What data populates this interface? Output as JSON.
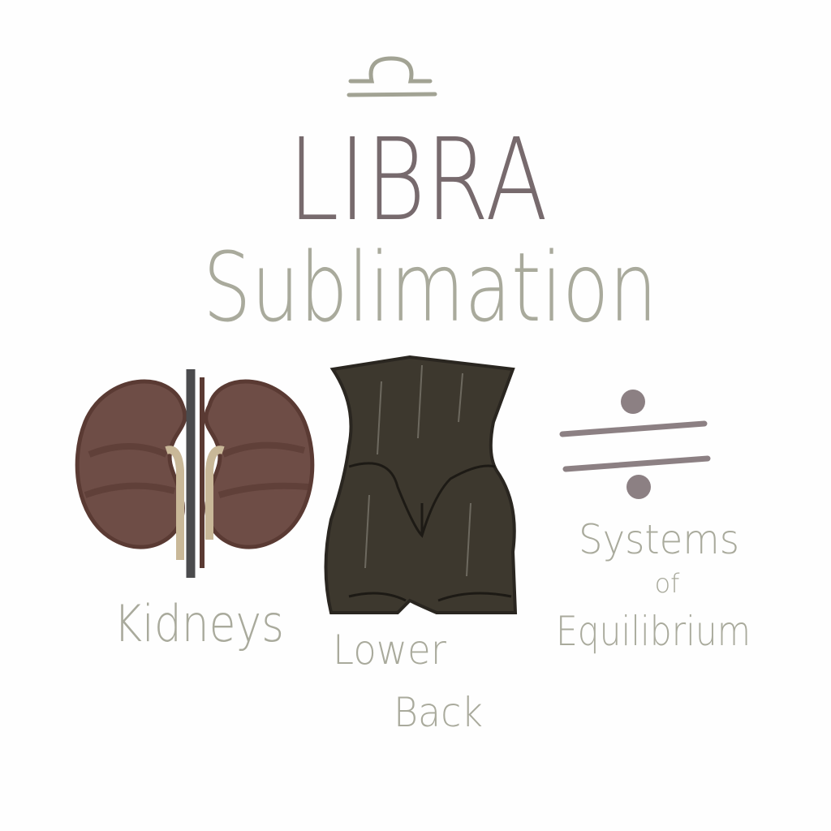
{
  "title": "LIBRA",
  "subtitle": "Sublimation",
  "labels": {
    "kidneys": "Kidneys",
    "lower_back_line1": "Lower",
    "lower_back_line2": "Back",
    "systems_line1": "Systems",
    "systems_line2": "of",
    "systems_line3": "Equilibrium"
  },
  "icons": {
    "zodiac": "libra-symbol-icon",
    "organ": "kidneys-icon",
    "body": "lower-back-icon",
    "operator": "division-sign-icon"
  },
  "colors": {
    "title": "#776a6d",
    "subtitle": "#a9aa9c",
    "labels": "#a9aa9c",
    "kidney": "#6e4d46",
    "kidney_dark": "#5a3a33",
    "back": "#3d382e",
    "division": "#8c8083",
    "libra_symbol": "#a2a394"
  }
}
